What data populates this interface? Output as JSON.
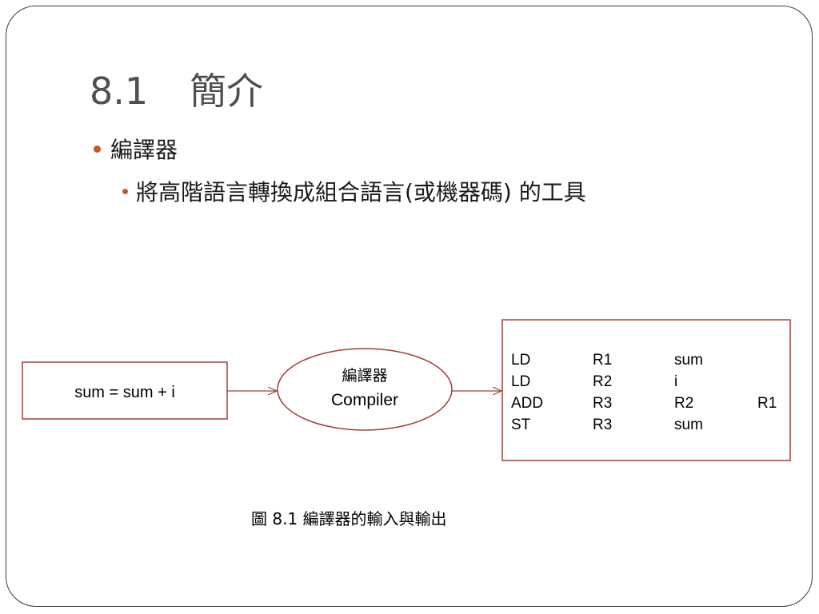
{
  "slide": {
    "title_number": "8.1",
    "title_text": "簡介",
    "bullet_1": "編譯器",
    "bullet_2": "將高階語言轉換成組合語言(或機器碼) 的工具"
  },
  "diagram": {
    "source_code": "sum = sum + i",
    "compiler_label_zh": "編譯器",
    "compiler_label_en": "Compiler",
    "assembly_rows": [
      [
        "LD",
        "R1",
        "sum",
        ""
      ],
      [
        "LD",
        "R2",
        "i",
        ""
      ],
      [
        "ADD",
        "R3",
        "R2",
        "R1"
      ],
      [
        "ST",
        "R3",
        "sum",
        ""
      ]
    ],
    "caption": "圖 8.1 編譯器的輸入與輸出"
  },
  "colors": {
    "accent": "#c55a28",
    "diagram_line": "#a0403a",
    "title": "#4f4f4f"
  }
}
